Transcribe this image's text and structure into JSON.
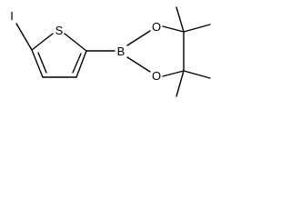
{
  "molecule": {
    "atoms": {
      "iodine": "I",
      "sulfur": "S",
      "boron": "B",
      "oxygen_top": "O",
      "oxygen_bottom": "O"
    }
  }
}
